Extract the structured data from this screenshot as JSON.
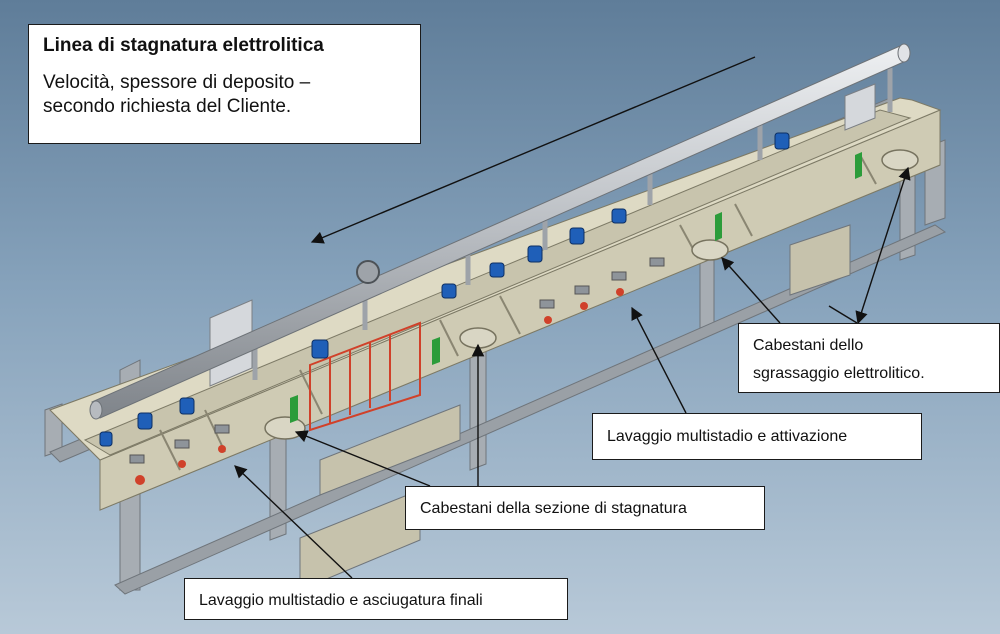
{
  "title_box": {
    "title": "Linea di stagnatura elettrolitica",
    "subtitle_line1": "Velocità, spessore di deposito –",
    "subtitle_line2": "secondo richiesta del Cliente."
  },
  "callouts": {
    "degrease_line1": "Cabestani dello",
    "degrease_line2": "sgrassaggio elettrolitico.",
    "wash_activation": "Lavaggio multistadio e attivazione",
    "tinning": "Cabestani della sezione di stagnatura",
    "final": "Lavaggio multistadio e asciugatura finali"
  },
  "colors": {
    "tank": "#cfcbb4",
    "frame": "#9aa0a6",
    "pipe": "#c9ccd0",
    "pump": "#1f5fb8",
    "accent_red": "#d0412a",
    "green_plate": "#2c9c3a"
  }
}
